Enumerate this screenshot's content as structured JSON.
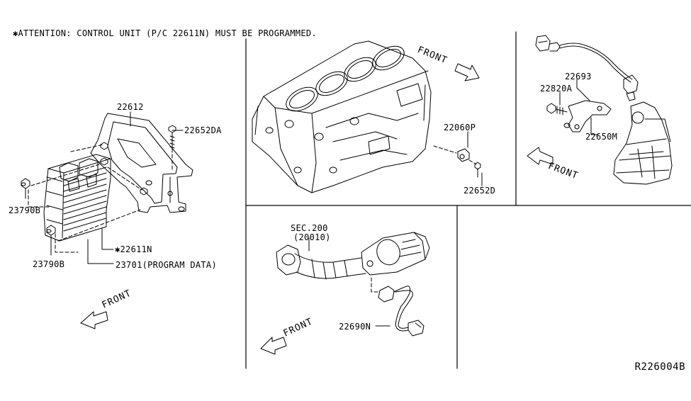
{
  "attention_note": "✱ATTENTION: CONTROL UNIT (P/C 22611N) MUST BE PROGRAMMED.",
  "front_label": "FRONT",
  "diagram_code": "R226004B",
  "parts": {
    "p22612": "22612",
    "p22652DA": "22652DA",
    "p23790B_top": "23790B",
    "p23790B_bottom": "23790B",
    "p22611N": "✱22611N",
    "p23701": "23701(PROGRAM DATA)",
    "p22060P": "22060P",
    "p22652D": "22652D",
    "p22693": "22693",
    "p22820A": "22820A",
    "p22650M": "22650M",
    "sec200_line1": "SEC.200",
    "sec200_line2": "(20010)",
    "p22690N": "22690N"
  }
}
